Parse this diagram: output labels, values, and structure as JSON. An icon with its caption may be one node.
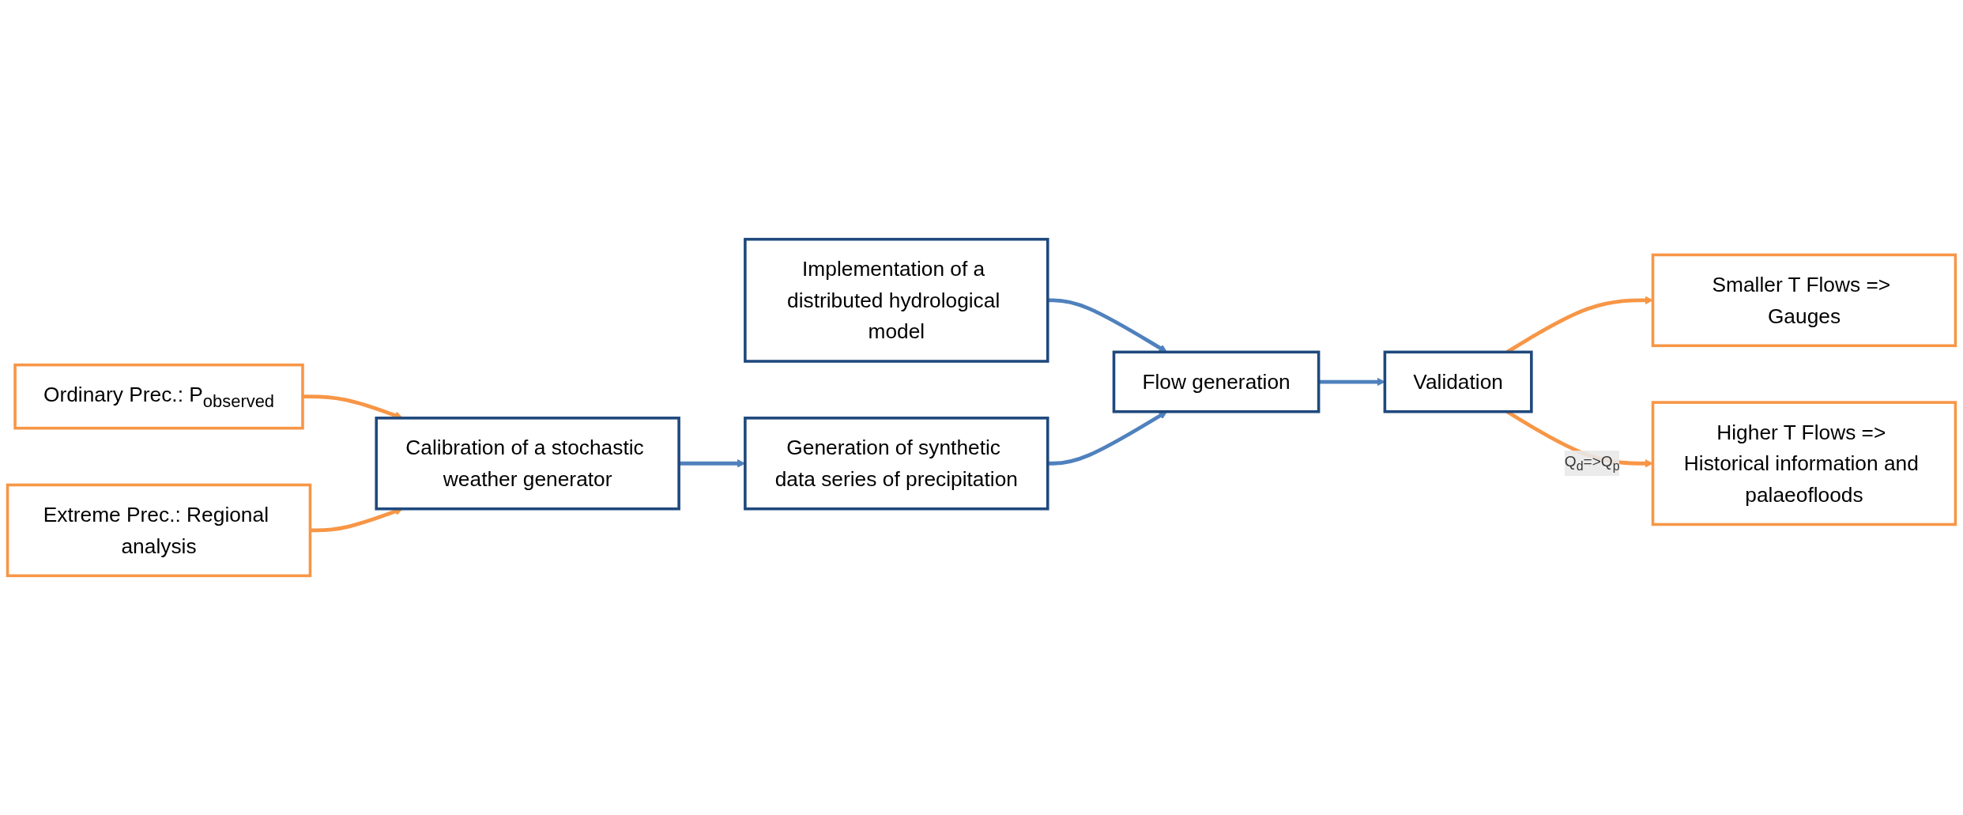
{
  "diagram": {
    "nodes": [
      {
        "text": [
          "Ordinary Prec.: P$_{observed}$"
        ]
      },
      {
        "text": [
          "Extreme Prec.: Regional analysis"
        ]
      },
      {
        "text": [
          "Calibration of a stochastic weather generator"
        ]
      },
      {
        "text": [
          "Implementation of a distributed hydrological model"
        ]
      },
      {
        "text": [
          "Flow generation"
        ]
      },
      {
        "text": [
          "Smaller T Flows => Gauges"
        ]
      },
      {
        "text": [
          "Generation of synthetic data series of precipitation"
        ]
      },
      {
        "text": [
          "Validation"
        ]
      },
      {
        "text": [
          "Higher T Flows => Historical information and palaeofloods"
        ]
      }
    ],
    "edges": [
      {
        "from": 0,
        "to": 2,
        "arrow": "to",
        "color": "#f79646"
      },
      {
        "from": 1,
        "to": 2,
        "arrow": "to",
        "color": "#f79646"
      },
      {
        "from": 2,
        "to": 6,
        "arrow": "to",
        "color": "#4f81bd"
      },
      {
        "from": 3,
        "to": 4,
        "arrow": "to",
        "color": "#4f81bd"
      },
      {
        "from": 6,
        "to": 4,
        "arrow": "to",
        "color": "#4f81bd"
      },
      {
        "from": 4,
        "to": 7,
        "arrow": "to",
        "color": "#4f81bd"
      },
      {
        "from": 7,
        "to": 5,
        "arrow": "to",
        "color": "#f79646"
      },
      {
        "from": 7,
        "to": 8,
        "arrow": "to",
        "color": "#f79646",
        "label": "Q$_{d}$=>Q$_{p}$"
      }
    ]
  }
}
